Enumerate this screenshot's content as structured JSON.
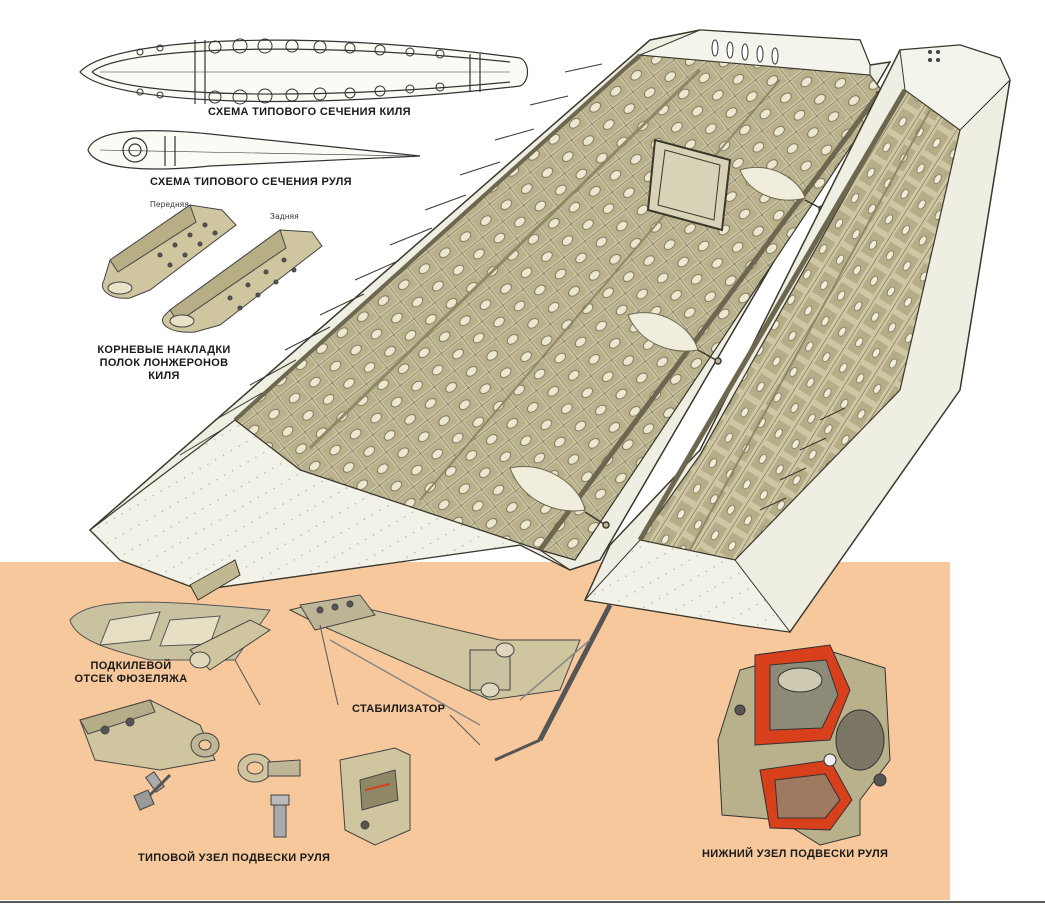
{
  "labels": {
    "fin_section": "СХЕМА ТИПОВОГО СЕЧЕНИЯ КИЛЯ",
    "rudder_section": "СХЕМА ТИПОВОГО СЕЧЕНИЯ РУЛЯ",
    "front": "Передняя",
    "rear": "Задняя",
    "root_plates_1": "КОРНЕВЫЕ НАКЛАДКИ",
    "root_plates_2": "ПОЛОК ЛОНЖЕРОНОВ",
    "root_plates_3": "КИЛЯ",
    "fuselage_bay_1": "ПОДКИЛЕВОЙ",
    "fuselage_bay_2": "ОТСЕК ФЮЗЕЛЯЖА",
    "stabilizer": "СТАБИЛИЗАТОР",
    "typical_hinge": "ТИПОВОЙ УЗЕЛ ПОДВЕСКИ РУЛЯ",
    "lower_hinge": "НИЖНИЙ УЗЕЛ ПОДВЕСКИ РУЛЯ"
  },
  "colors": {
    "background_tan": "#f6c89c",
    "skin": "#eeeee2",
    "structure": "#c9c2a0",
    "structure_dark": "#8f8866",
    "cutaway_red": "#d8401c",
    "line": "#3a372c"
  }
}
